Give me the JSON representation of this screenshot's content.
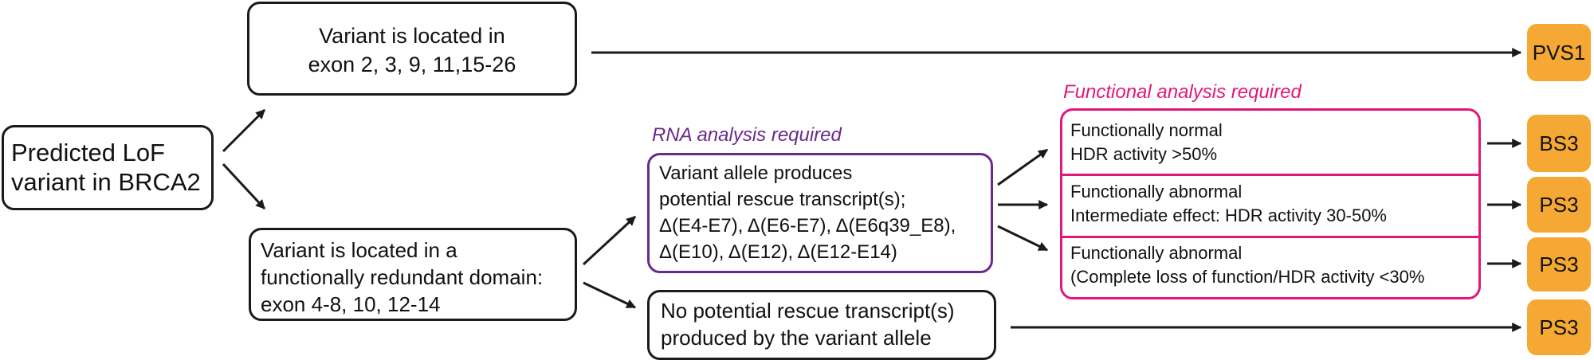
{
  "root": {
    "lines": [
      "Predicted LoF",
      "variant in BRCA2"
    ]
  },
  "exon_box": {
    "lines": [
      "Variant is located in",
      "exon 2, 3, 9, 11,15-26"
    ]
  },
  "redundant_box": {
    "lines": [
      "Variant is located in a",
      "functionally redundant domain:",
      "exon 4-8, 10, 12-14"
    ]
  },
  "rna_label": "RNA analysis required",
  "rescue_box": {
    "lines": [
      "Variant allele produces",
      "potential rescue transcript(s);",
      "Δ(E4-E7), Δ(E6-E7), Δ(E6q39_E8),",
      "Δ(E10), Δ(E12), Δ(E12-E14)"
    ]
  },
  "no_rescue_box": {
    "lines": [
      "No potential rescue transcript(s)",
      "produced by the variant allele"
    ]
  },
  "functional_label": "Functional analysis required",
  "functional_rows": [
    {
      "title": "Functionally normal",
      "detail": "HDR activity >50%"
    },
    {
      "title": "Functionally abnormal",
      "detail": "Intermediate effect: HDR activity 30-50%"
    },
    {
      "title": "Functionally abnormal",
      "detail": "(Complete loss of function/HDR activity <30%"
    }
  ],
  "badges": [
    "PVS1",
    "BS3",
    "PS3",
    "PS3",
    "PS3"
  ],
  "colors": {
    "badge": "#f5a833",
    "rna_label": "#6a2a8c",
    "functional": "#e0187a",
    "arrow": "#1a1a1a"
  }
}
